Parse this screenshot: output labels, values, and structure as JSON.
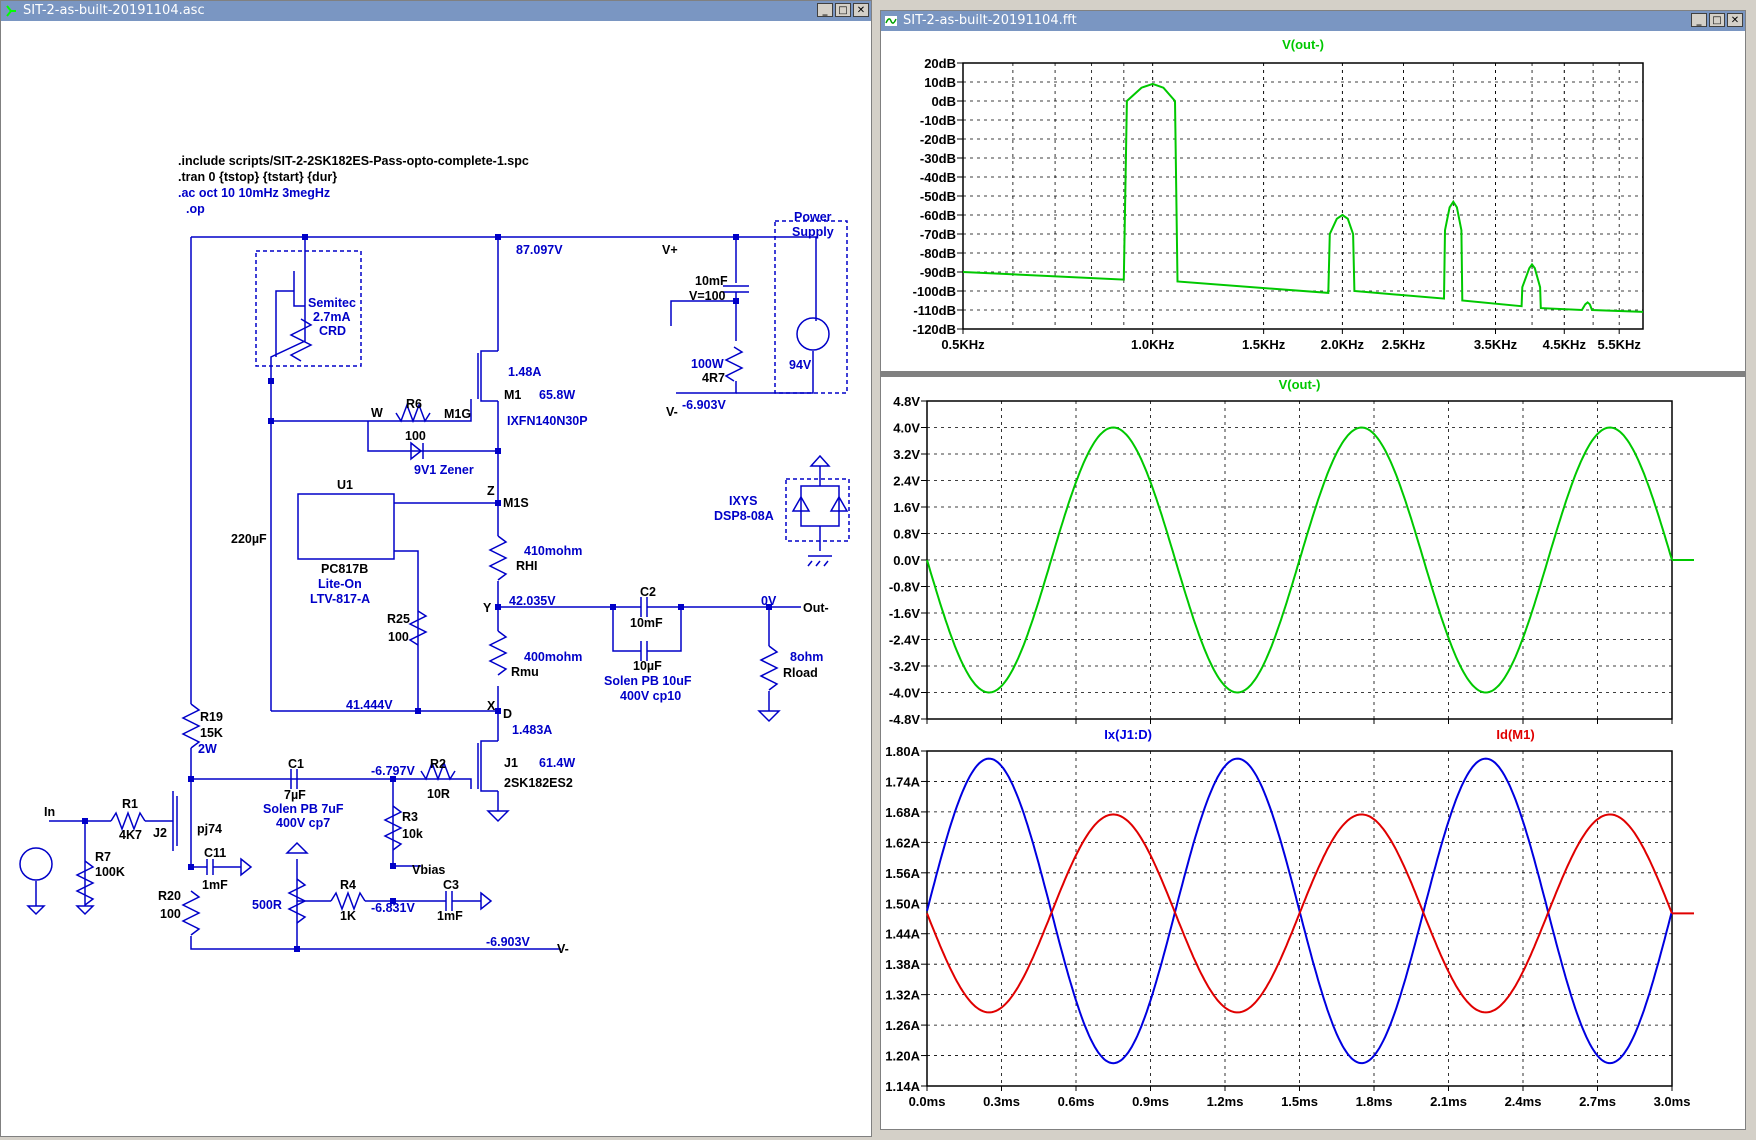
{
  "schematic_window": {
    "title": "SIT-2-as-built-20191104.asc",
    "buttons": [
      "_",
      "□",
      "✕"
    ],
    "directives": [
      ".include scripts/SIT-2-2SK182ES-Pass-opto-complete-1.spc",
      ".tran 0 {tstop} {tstart} {dur}",
      ".ac oct 10 10mHz 3megHz",
      ".op"
    ],
    "labels": {
      "v87": "87.097V",
      "vplus": "V+",
      "power_supply_1": "Power",
      "power_supply_2": "Supply",
      "semitec": "Semitec",
      "crd_current": "2.7mA",
      "crd": "CRD",
      "cap10mF": "10mF",
      "cap_v": "V=100",
      "r100w": "100W",
      "r4r7": "4R7",
      "v94": "94V",
      "vminus_top": "V-",
      "vneg_top": "-6.903V",
      "m1_current": "1.48A",
      "m1": "M1",
      "m1_power": "65.8W",
      "m1_part": "IXFN140N30P",
      "m1g": "M1G",
      "w": "W",
      "r6": "R6",
      "r6v": "100",
      "zener": "9V1 Zener",
      "u1": "U1",
      "z": "Z",
      "m1s": "M1S",
      "c220": "220µF",
      "pc817": "PC817B",
      "liteon": "Lite-On",
      "ltv": "LTV-817-A",
      "ixys": "IXYS",
      "dsp": "DSP8-08A",
      "rhi_val": "410mohm",
      "rhi": "RHI",
      "y": "Y",
      "v42": "42.035V",
      "c2": "C2",
      "c2v": "10mF",
      "c2b": "10µF",
      "solen1": "Solen PB 10uF",
      "solen1b": "400V cp10",
      "v0": "0V",
      "out": "Out-",
      "r25": "R25",
      "r25v": "100",
      "rmu_val": "400mohm",
      "rmu": "Rmu",
      "rload_val": "8ohm",
      "rload": "Rload",
      "v41": "41.444V",
      "x": "X",
      "d": "D",
      "j1_current": "1.483A",
      "r19": "R19",
      "r19v": "15K",
      "r19p": "2W",
      "c1": "C1",
      "c1v": "7µF",
      "solen2": "Solen PB 7uF",
      "solen2b": "400V cp7",
      "v6797": "-6.797V",
      "r2": "R2",
      "r2v": "10R",
      "j1": "J1",
      "j1_power": "61.4W",
      "j1_part": "2SK182ES2",
      "in": "In",
      "r1": "R1",
      "r1v": "4K7",
      "j2": "J2",
      "pj74": "pj74",
      "r7": "R7",
      "r7v": "100K",
      "r3": "R3",
      "r3v": "10k",
      "c11": "C11",
      "c11v": "1mF",
      "vbias": "Vbias",
      "r20": "R20",
      "r20v": "100",
      "pot": "500R",
      "r4": "R4",
      "r4v": "1K",
      "v6831": "-6.831V",
      "c3": "C3",
      "c3v": "1mF",
      "vneg_bot": "-6.903V",
      "vminus_bot": "V-"
    }
  },
  "fft_window": {
    "title": "SIT-2-as-built-20191104.fft",
    "buttons": [
      "_",
      "□",
      "✕"
    ]
  },
  "colors": {
    "titlebar": "#7a96c2",
    "wire": "#0000c8",
    "label": "#0000c8",
    "trace_green": "#00c800",
    "trace_blue": "#0000e0",
    "trace_red": "#e00000",
    "grid": "#000000"
  },
  "chart_data": [
    {
      "type": "line",
      "title": "V(out-)",
      "xscale": "log",
      "xlim": [
        500,
        6000
      ],
      "ylim": [
        -120,
        20
      ],
      "x_ticks": [
        "0.5KHz",
        "1.0KHz",
        "1.5KHz",
        "2.0KHz",
        "2.5KHz",
        "3.5KHz",
        "4.5KHz",
        "5.5KHz"
      ],
      "x_tick_values": [
        500,
        1000,
        1500,
        2000,
        2500,
        3500,
        4500,
        5500
      ],
      "y_ticks": [
        "20dB",
        "10dB",
        "0dB",
        "-10dB",
        "-20dB",
        "-30dB",
        "-40dB",
        "-50dB",
        "-60dB",
        "-70dB",
        "-80dB",
        "-90dB",
        "-100dB",
        "-110dB",
        "-120dB"
      ],
      "series": [
        {
          "name": "V(out-)",
          "color": "#00c800",
          "points": [
            [
              500,
              -90
            ],
            [
              900,
              -94
            ],
            [
              910,
              0
            ],
            [
              960,
              7
            ],
            [
              1000,
              9
            ],
            [
              1040,
              7
            ],
            [
              1085,
              0
            ],
            [
              1095,
              -95
            ],
            [
              1900,
              -101
            ],
            [
              1910,
              -70
            ],
            [
              1960,
              -62
            ],
            [
              2000,
              -60
            ],
            [
              2040,
              -62
            ],
            [
              2080,
              -70
            ],
            [
              2090,
              -100
            ],
            [
              2900,
              -104
            ],
            [
              2910,
              -68
            ],
            [
              2960,
              -56
            ],
            [
              3000,
              -53
            ],
            [
              3040,
              -56
            ],
            [
              3090,
              -68
            ],
            [
              3100,
              -105
            ],
            [
              3850,
              -108
            ],
            [
              3860,
              -98
            ],
            [
              3960,
              -88
            ],
            [
              4000,
              -86
            ],
            [
              4040,
              -88
            ],
            [
              4120,
              -98
            ],
            [
              4130,
              -109
            ],
            [
              4800,
              -110
            ],
            [
              4860,
              -107
            ],
            [
              4900,
              -106
            ],
            [
              4940,
              -107
            ],
            [
              4980,
              -110
            ],
            [
              6000,
              -111
            ]
          ]
        }
      ]
    },
    {
      "type": "line",
      "title": "V(out-)",
      "xlim": [
        0,
        3.0
      ],
      "ylim": [
        -4.8,
        4.8
      ],
      "y_ticks": [
        "4.8V",
        "4.0V",
        "3.2V",
        "2.4V",
        "1.6V",
        "0.8V",
        "0.0V",
        "-0.8V",
        "-1.6V",
        "-2.4V",
        "-3.2V",
        "-4.0V",
        "-4.8V"
      ],
      "series": [
        {
          "name": "V(out-)",
          "color": "#00c800",
          "kind": "sine",
          "amplitude": 4.0,
          "offset": 0.0,
          "frequency_khz": 1.0,
          "phase_sign": -1
        }
      ]
    },
    {
      "type": "line",
      "xlim": [
        0,
        3.0
      ],
      "ylim": [
        1.14,
        1.8
      ],
      "x_ticks": [
        "0.0ms",
        "0.3ms",
        "0.6ms",
        "0.9ms",
        "1.2ms",
        "1.5ms",
        "1.8ms",
        "2.1ms",
        "2.4ms",
        "2.7ms",
        "3.0ms"
      ],
      "y_ticks": [
        "1.80A",
        "1.74A",
        "1.68A",
        "1.62A",
        "1.56A",
        "1.50A",
        "1.44A",
        "1.38A",
        "1.32A",
        "1.26A",
        "1.20A",
        "1.14A"
      ],
      "series": [
        {
          "name": "Ix(J1:D)",
          "color": "#0000e0",
          "kind": "sine",
          "amplitude": 0.3,
          "offset": 1.485,
          "frequency_khz": 1.0,
          "phase_sign": 1
        },
        {
          "name": "Id(M1)",
          "color": "#e00000",
          "kind": "sine",
          "amplitude": 0.195,
          "offset": 1.48,
          "frequency_khz": 1.0,
          "phase_sign": -1
        }
      ]
    }
  ]
}
